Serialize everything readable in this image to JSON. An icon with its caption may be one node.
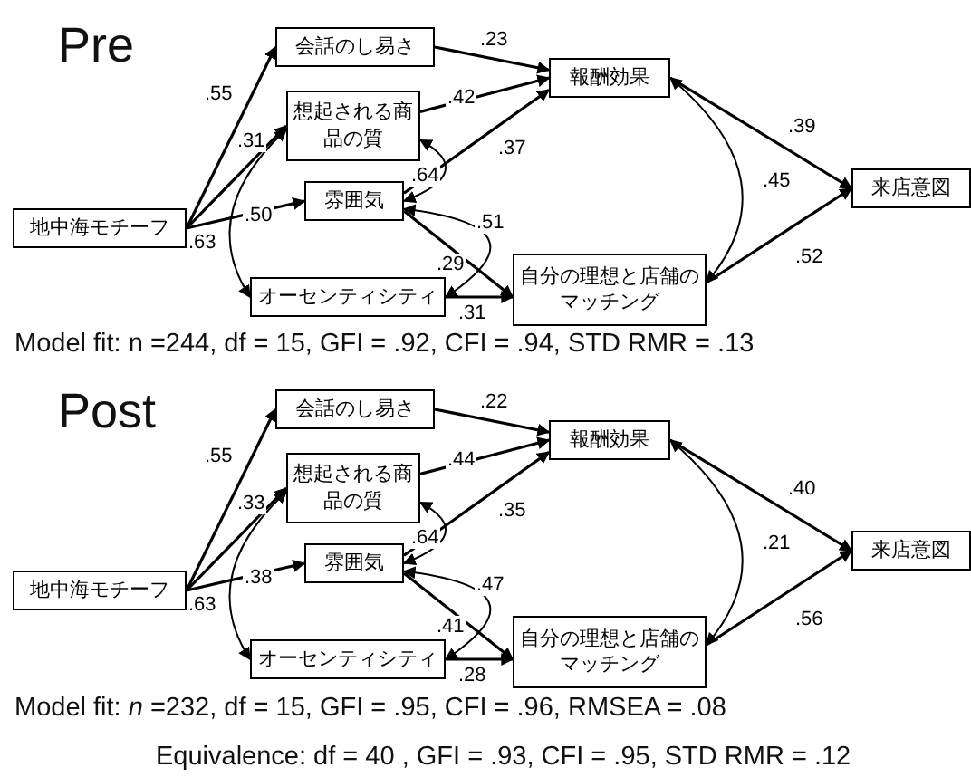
{
  "diagram": {
    "nodes": [
      {
        "text": [
          "地中海モチーフ"
        ]
      },
      {
        "text": [
          "会話のし易さ"
        ]
      },
      {
        "text": [
          "想起される商品の質"
        ]
      },
      {
        "text": [
          "雰囲気"
        ]
      },
      {
        "text": [
          "オーセンティシティ"
        ]
      },
      {
        "text": [
          "報酬効果"
        ]
      },
      {
        "text": [
          "自分の理想と店舗のマッチング"
        ]
      },
      {
        "text": [
          "来店意図"
        ]
      },
      {
        "text": [
          "地中海モチーフ"
        ]
      },
      {
        "text": [
          "会話のし易さ"
        ]
      },
      {
        "text": [
          "想起される商品の質"
        ]
      },
      {
        "text": [
          "雰囲気"
        ]
      },
      {
        "text": [
          "オーセンティシティ"
        ]
      },
      {
        "text": [
          "報酬効果"
        ]
      },
      {
        "text": [
          "自分の理想と店舗のマッチング"
        ]
      },
      {
        "text": [
          "来店意図"
        ]
      }
    ],
    "edges": [
      {
        "from": 0,
        "to": 1,
        "arrow": "to",
        "label": ".55"
      },
      {
        "from": 0,
        "to": 2,
        "arrow": "to",
        "label": ".31"
      },
      {
        "from": 0,
        "to": 3,
        "arrow": "to",
        "label": ".50"
      },
      {
        "from": 2,
        "to": 4,
        "arrow": "both",
        "label": ".63"
      },
      {
        "from": 2,
        "to": 3,
        "arrow": "both",
        "label": ".64"
      },
      {
        "from": 3,
        "to": 4,
        "arrow": "both",
        "label": ".51"
      },
      {
        "from": 1,
        "to": 5,
        "arrow": "to",
        "label": ".23"
      },
      {
        "from": 2,
        "to": 5,
        "arrow": "to",
        "label": ".42"
      },
      {
        "from": 3,
        "to": 5,
        "arrow": "to",
        "label": ".37"
      },
      {
        "from": 3,
        "to": 6,
        "arrow": "to",
        "label": ".29"
      },
      {
        "from": 4,
        "to": 6,
        "arrow": "to",
        "label": ".31"
      },
      {
        "from": 5,
        "to": 6,
        "arrow": "both",
        "label": ".45"
      },
      {
        "from": 5,
        "to": 7,
        "arrow": "to",
        "label": ".39"
      },
      {
        "from": 6,
        "to": 7,
        "arrow": "to",
        "label": ".52"
      },
      {
        "from": 8,
        "to": 9,
        "arrow": "to",
        "label": ".55"
      },
      {
        "from": 8,
        "to": 10,
        "arrow": "to",
        "label": ".33"
      },
      {
        "from": 8,
        "to": 11,
        "arrow": "to",
        "label": ".38"
      },
      {
        "from": 10,
        "to": 12,
        "arrow": "both",
        "label": ".63"
      },
      {
        "from": 10,
        "to": 11,
        "arrow": "both",
        "label": ".64"
      },
      {
        "from": 11,
        "to": 12,
        "arrow": "both",
        "label": ".47"
      },
      {
        "from": 9,
        "to": 13,
        "arrow": "to",
        "label": ".22"
      },
      {
        "from": 10,
        "to": 13,
        "arrow": "to",
        "label": ".44"
      },
      {
        "from": 11,
        "to": 13,
        "arrow": "to",
        "label": ".35"
      },
      {
        "from": 11,
        "to": 14,
        "arrow": "to",
        "label": ".41"
      },
      {
        "from": 12,
        "to": 14,
        "arrow": "to",
        "label": ".28"
      },
      {
        "from": 13,
        "to": 14,
        "arrow": "both",
        "label": ".21"
      },
      {
        "from": 13,
        "to": 15,
        "arrow": "to",
        "label": ".40"
      },
      {
        "from": 14,
        "to": 15,
        "arrow": "to",
        "label": ".56"
      }
    ],
    "labels": [
      "Pre",
      "Model fit: n =244, df = 15, GFI = .92, CFI = .94, STD RMR = .13",
      "Post",
      "Model fit: *n* =232, df = 15, GFI = .95, CFI = .96, RMSEA = .08",
      "Equivalence: df = 40 ,  GFI = .93, CFI = .95, STD RMR = .12"
    ]
  }
}
